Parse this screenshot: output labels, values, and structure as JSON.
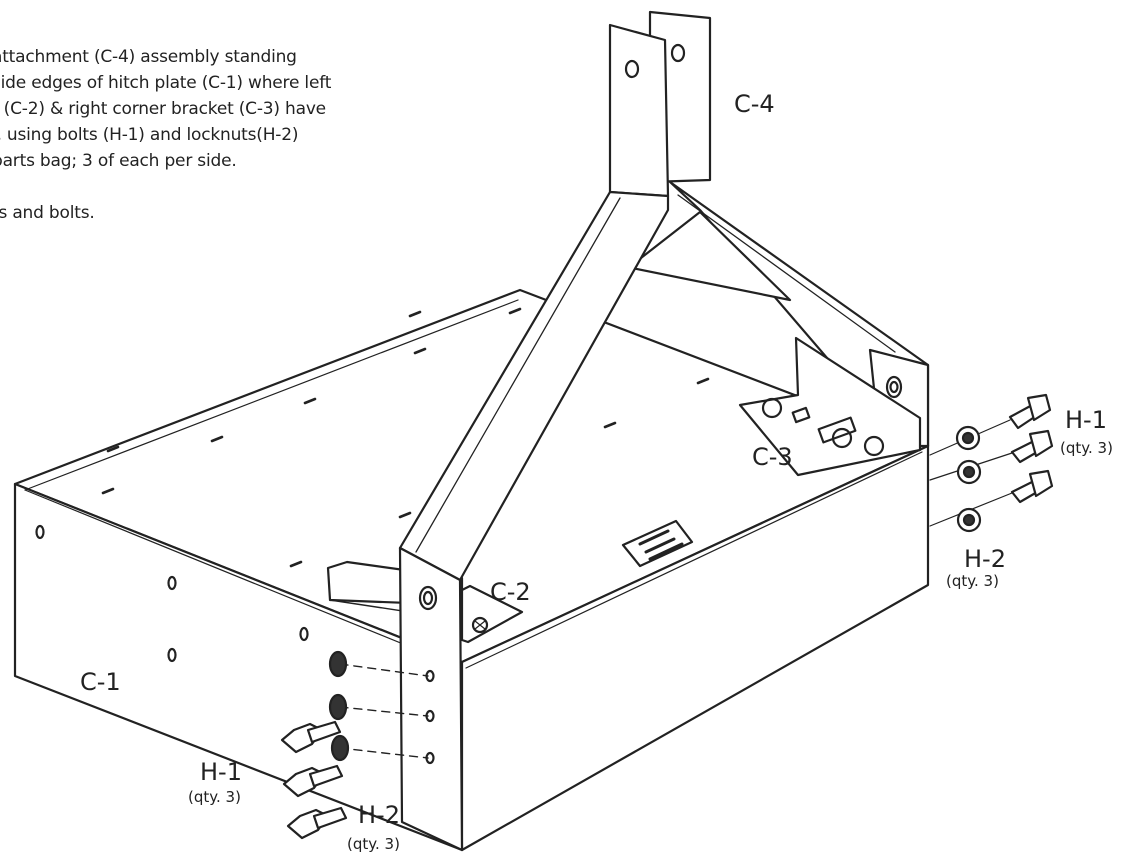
{
  "instructions": {
    "lines": [
      "attachment (C-4) assembly standing",
      "side edges of hitch plate (C-1) where left",
      "t (C-2) & right corner bracket (C-3) have",
      "l, using bolts (H-1) and locknuts(H-2)",
      "parts bag; 3 of each per side.",
      "ts and bolts."
    ]
  },
  "labels": {
    "c1": "C-1",
    "c2": "C-2",
    "c3": "C-3",
    "c4": "C-4",
    "h1_left": "H-1",
    "h1_left_qty": "(qty. 3)",
    "h2_left": "H-2",
    "h2_left_qty": "(qty. 3)",
    "h1_right": "H-1",
    "h1_right_qty": "(qty. 3)",
    "h2_right": "H-2",
    "h2_right_qty": "(qty. 3)"
  },
  "colors": {
    "ink": "#222222",
    "paper": "#ffffff"
  }
}
